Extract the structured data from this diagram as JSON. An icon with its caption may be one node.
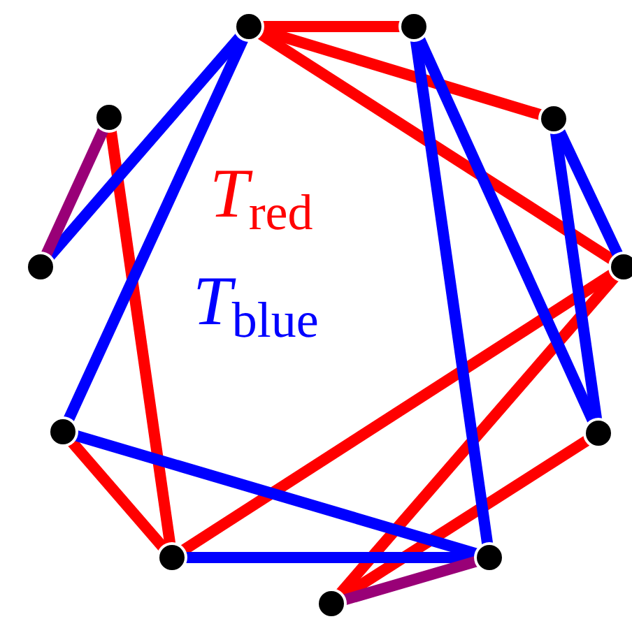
{
  "diagram": {
    "nodes": [
      {
        "text": [],
        "shape": "circle"
      },
      {
        "text": [],
        "shape": "circle"
      },
      {
        "text": [],
        "shape": "circle"
      },
      {
        "text": [],
        "shape": "circle"
      },
      {
        "text": [],
        "shape": "circle"
      },
      {
        "text": [],
        "shape": "circle"
      },
      {
        "text": [],
        "shape": "circle"
      },
      {
        "text": [],
        "shape": "circle"
      },
      {
        "text": [],
        "shape": "circle"
      },
      {
        "text": [],
        "shape": "circle"
      },
      {
        "text": [],
        "shape": "circle"
      }
    ],
    "edges": [
      {
        "from": 0,
        "to": 1,
        "arrow": "none",
        "color": "#ff0000"
      },
      {
        "from": 0,
        "to": 2,
        "arrow": "none",
        "color": "#ff0000"
      },
      {
        "from": 0,
        "to": 3,
        "arrow": "none",
        "color": "#ff0000"
      },
      {
        "from": 3,
        "to": 7,
        "arrow": "none",
        "color": "#ff0000"
      },
      {
        "from": 3,
        "to": 6,
        "arrow": "none",
        "color": "#ff0000"
      },
      {
        "from": 4,
        "to": 6,
        "arrow": "none",
        "color": "#ff0000"
      },
      {
        "from": 10,
        "to": 7,
        "arrow": "none",
        "color": "#ff0000"
      },
      {
        "from": 8,
        "to": 7,
        "arrow": "none",
        "color": "#ff0000"
      },
      {
        "from": 0,
        "to": 9,
        "arrow": "none",
        "color": "#0000ff"
      },
      {
        "from": 0,
        "to": 8,
        "arrow": "none",
        "color": "#0000ff"
      },
      {
        "from": 1,
        "to": 5,
        "arrow": "none",
        "color": "#0000ff"
      },
      {
        "from": 1,
        "to": 4,
        "arrow": "none",
        "color": "#0000ff"
      },
      {
        "from": 2,
        "to": 3,
        "arrow": "none",
        "color": "#0000ff"
      },
      {
        "from": 2,
        "to": 4,
        "arrow": "none",
        "color": "#0000ff"
      },
      {
        "from": 8,
        "to": 5,
        "arrow": "none",
        "color": "#0000ff"
      },
      {
        "from": 7,
        "to": 5,
        "arrow": "none",
        "color": "#0000ff"
      },
      {
        "from": 10,
        "to": 9,
        "arrow": "none",
        "color": "#990077"
      },
      {
        "from": 6,
        "to": 5,
        "arrow": "none",
        "color": "#990077"
      }
    ],
    "labels": [
      "*T*$_{red}$",
      "*T*$_{blue}$"
    ]
  }
}
